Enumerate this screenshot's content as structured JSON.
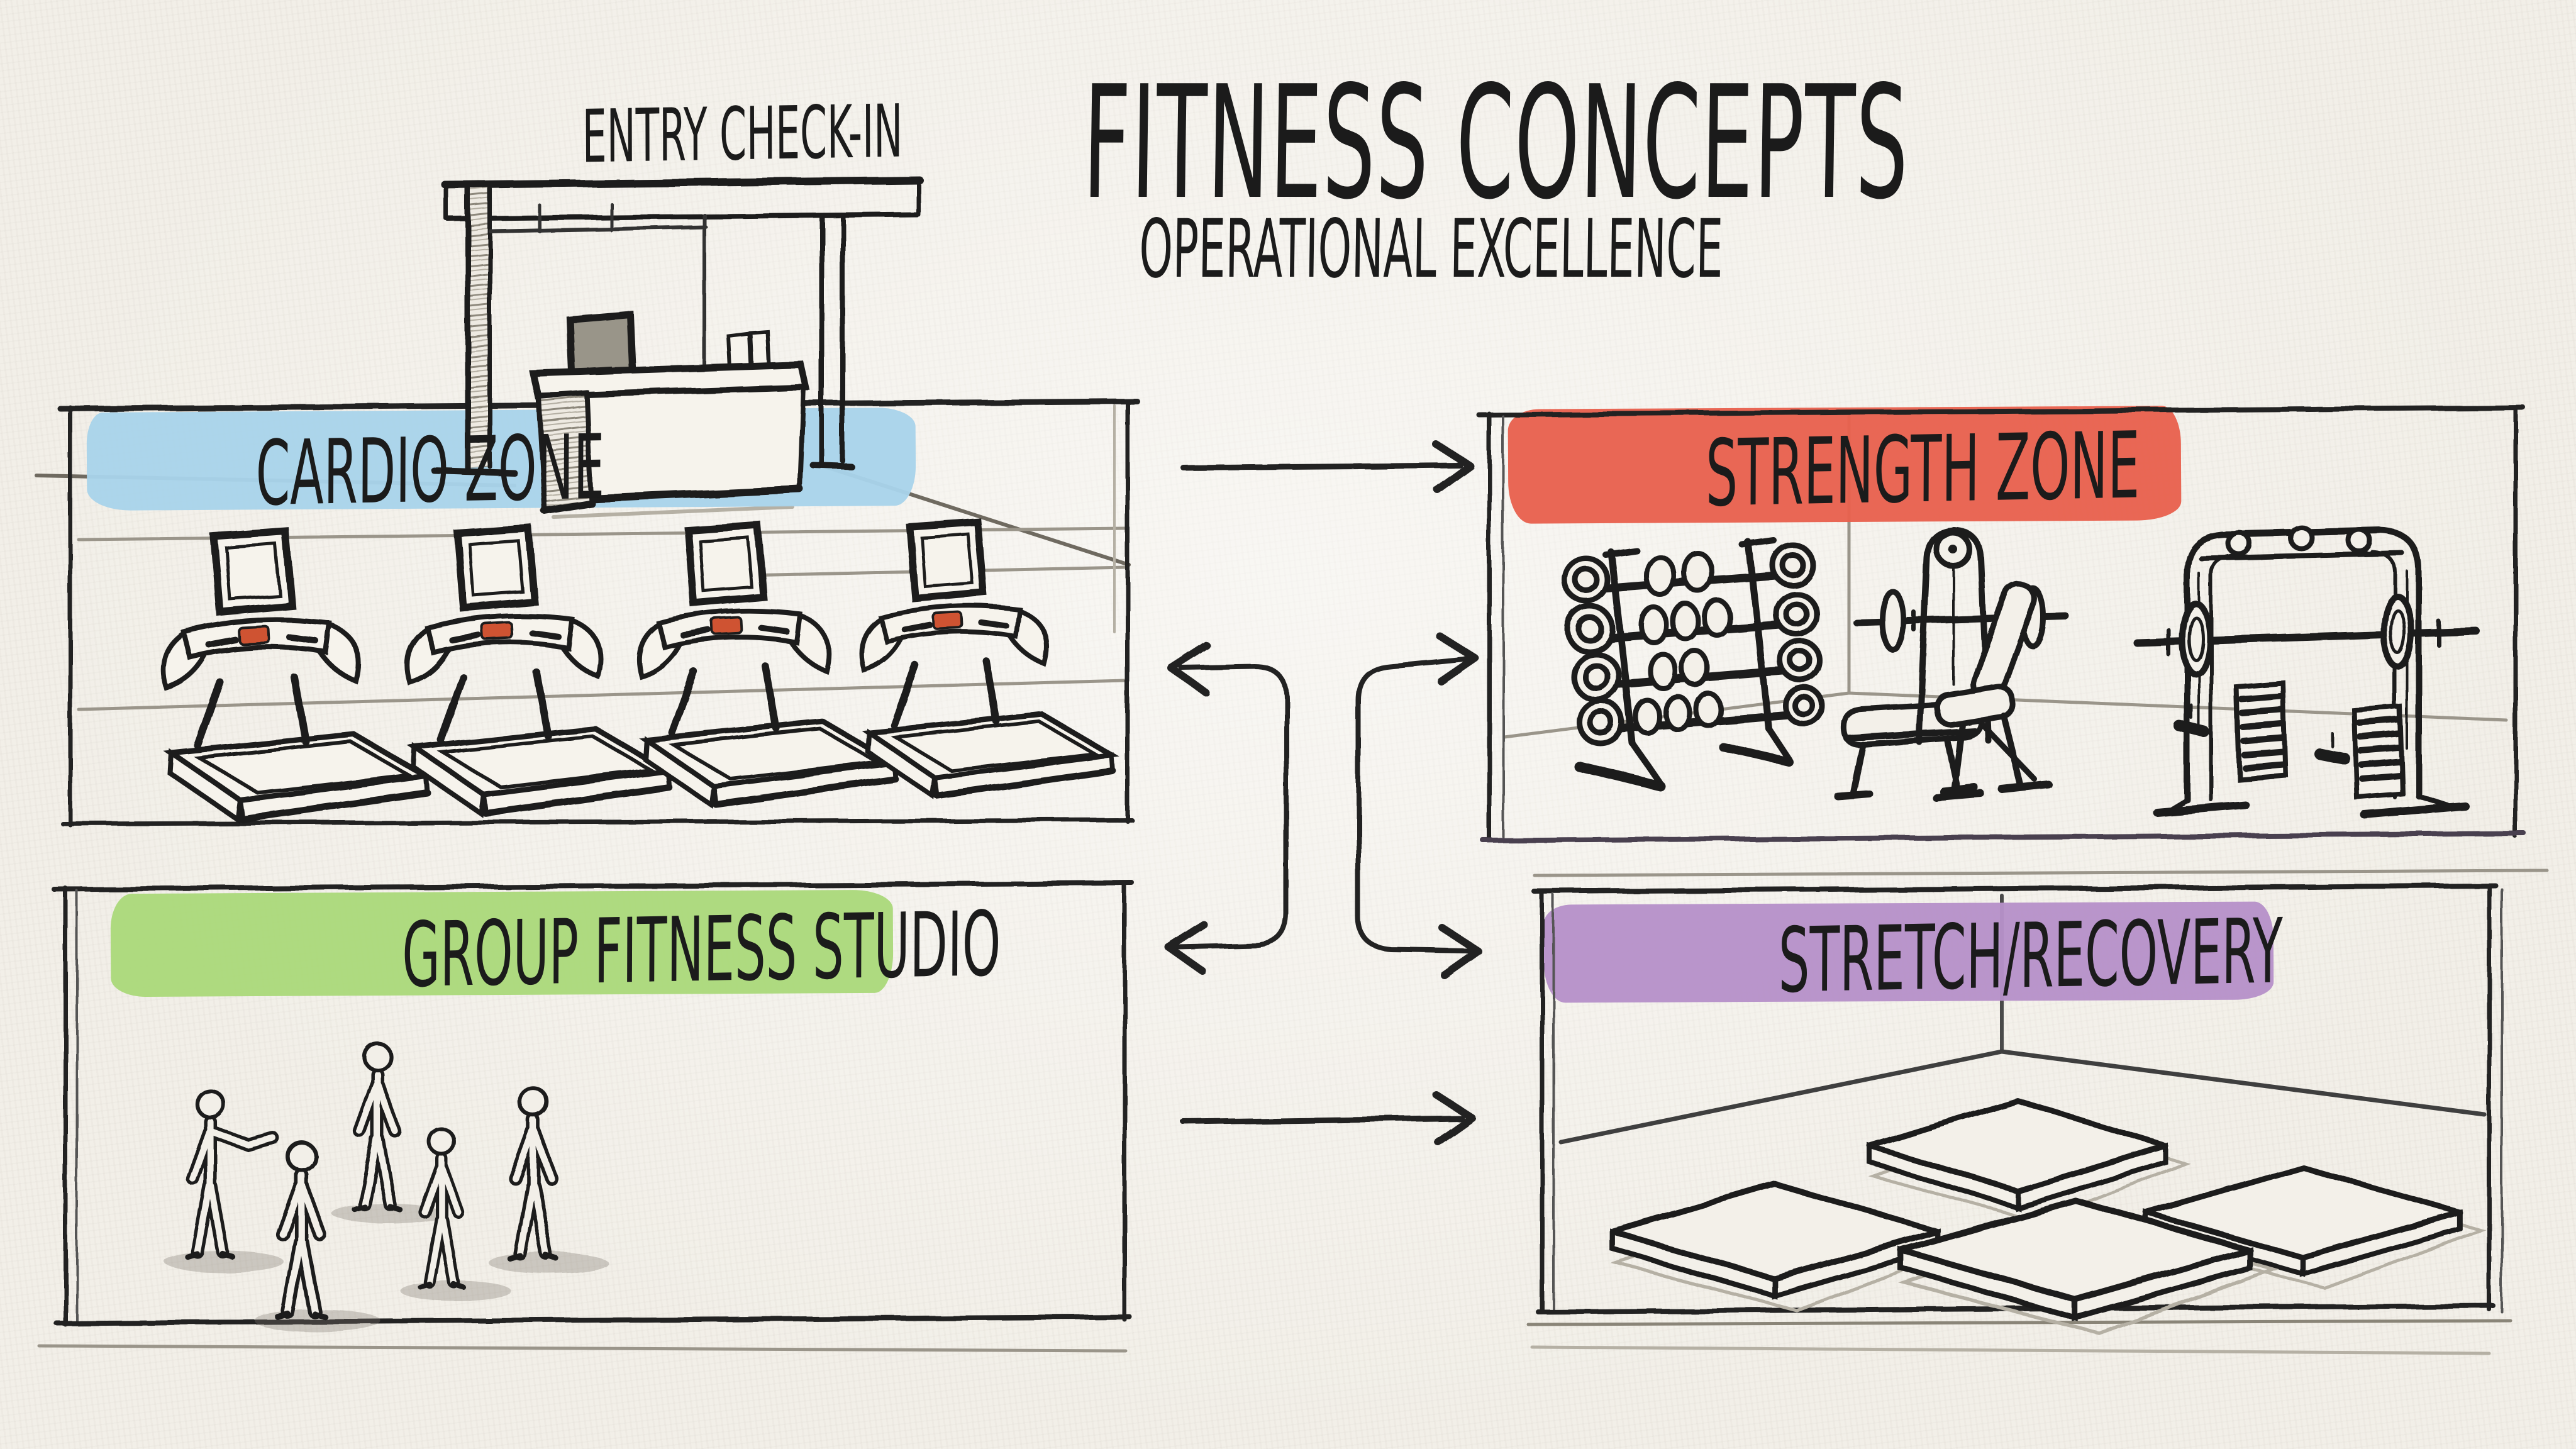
{
  "title": "FITNESS CONCEPTS",
  "subtitle": "OPERATIONAL EXCELLENCE",
  "entry_area": {
    "label": "ENTRY CHECK-IN",
    "sketch": "reception-desk-with-monitor"
  },
  "zones": {
    "cardio": {
      "label": "CARDIO ZONE",
      "highlight_color": "#a9d3ea",
      "sketch": "four-treadmills"
    },
    "strength": {
      "label": "STRENGTH ZONE",
      "highlight_color": "#e8614e",
      "sketch": "dumbbell-rack-bench-cable-machine"
    },
    "group": {
      "label": "GROUP FITNESS STUDIO",
      "highlight_color": "#abd97b",
      "sketch": "five-standing-people"
    },
    "stretch": {
      "label": "STRETCH/RECOVERY",
      "highlight_color": "#b691c9",
      "sketch": "four-floor-mats"
    }
  },
  "flow_arrows": [
    {
      "from": "cardio-zone",
      "to": "strength-zone",
      "direction": "right"
    },
    {
      "from": "center-column",
      "to": "cardio-zone",
      "direction": "left"
    },
    {
      "from": "center-column",
      "to": "strength-zone",
      "direction": "right"
    },
    {
      "from": "center-column",
      "to": "group-fitness-studio",
      "direction": "left"
    },
    {
      "from": "center-column",
      "to": "stretch-recovery",
      "direction": "right"
    },
    {
      "from": "group-fitness-studio",
      "to": "stretch-recovery",
      "direction": "right"
    }
  ],
  "colors": {
    "paper": "#f2efe8",
    "ink": "#1e1e1e",
    "sketch_gray": "#9a958a",
    "monitor_screen": "#999589",
    "treadmill_button": "#cf5230"
  }
}
